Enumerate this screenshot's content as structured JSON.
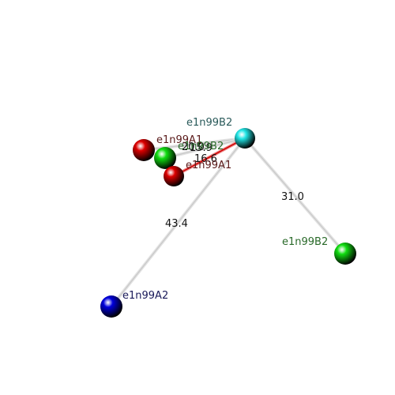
{
  "colors": {
    "red": "#dd0000",
    "green": "#11dd11",
    "cyan": "#22e6e6",
    "blue": "#0000dd",
    "edge": "#c8c8c8",
    "edge_red": "#cc0000",
    "label_dark_red": "#5a1a1a",
    "label_green": "#2a6a2a",
    "label_teal": "#2a5a5a",
    "label_navy": "#1a1a5a"
  },
  "nodes": [
    {
      "id": "n_cyan",
      "label": "e1n99B2",
      "color": "cyan"
    },
    {
      "id": "n_red1",
      "label": "e1n99A1",
      "color": "red"
    },
    {
      "id": "n_green1",
      "label": "e1n99B2",
      "color": "green"
    },
    {
      "id": "n_red2",
      "label": "e1n99A1",
      "color": "red"
    },
    {
      "id": "n_green2",
      "label": "e1n99B2",
      "color": "green"
    },
    {
      "id": "n_blue",
      "label": "e1n99A2",
      "color": "blue"
    }
  ],
  "edges": [
    {
      "from": "n_cyan",
      "to": "n_blue",
      "label": "43.4",
      "color": "edge"
    },
    {
      "from": "n_cyan",
      "to": "n_green2",
      "label": "31.0",
      "color": "edge"
    },
    {
      "from": "n_cyan",
      "to": "n_red1",
      "label": "15.9",
      "color": "edge"
    },
    {
      "from": "n_cyan",
      "to": "n_green1",
      "label": "20.0",
      "color": "edge"
    },
    {
      "from": "n_cyan",
      "to": "n_red2",
      "label": "16.6",
      "color": "edge_red"
    }
  ]
}
